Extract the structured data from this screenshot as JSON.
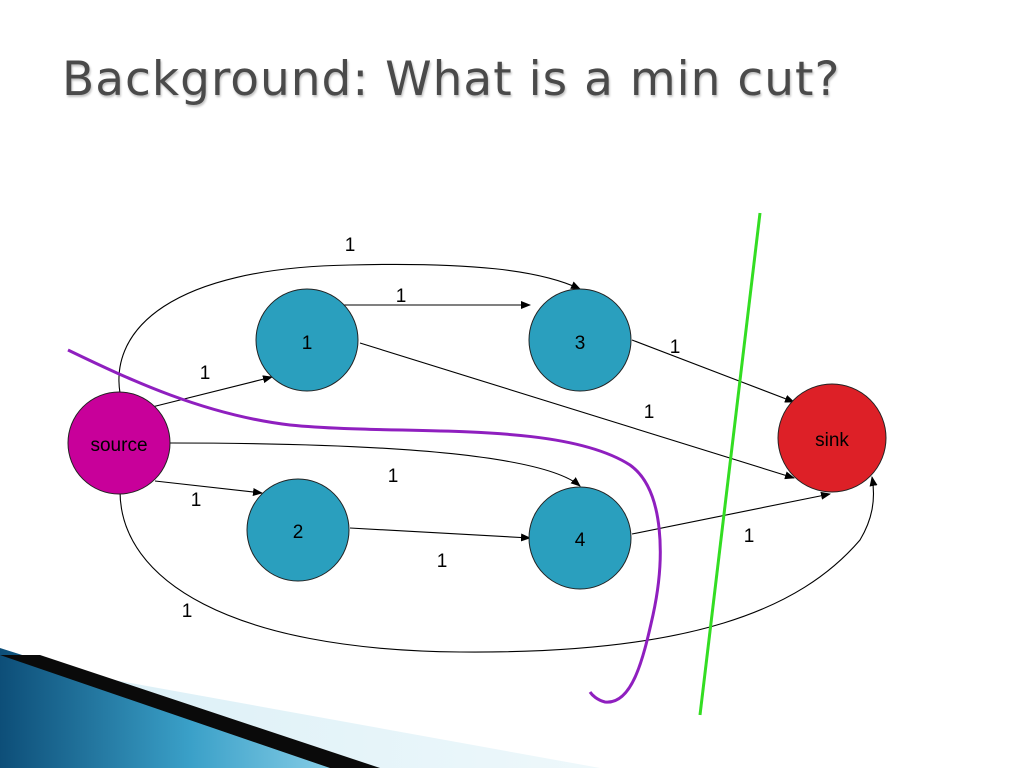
{
  "title": "Background: What is a min cut?",
  "colors": {
    "source": "#c8009a",
    "sink": "#dd2027",
    "node": "#2a9fbe",
    "cut_purple": "#8f1fbf",
    "cut_green": "#33dd22",
    "banner_dark": "#0d4e78",
    "banner_light": "#64c8e4"
  },
  "nodes": {
    "source": "source",
    "sink": "sink",
    "n1": "1",
    "n2": "2",
    "n3": "3",
    "n4": "4"
  },
  "edges": [
    {
      "from": "source",
      "to": "1",
      "capacity": "1"
    },
    {
      "from": "source",
      "to": "2",
      "capacity": "1"
    },
    {
      "from": "source",
      "to": "3",
      "capacity": "1"
    },
    {
      "from": "source",
      "to": "4",
      "capacity": "1"
    },
    {
      "from": "source",
      "to": "sink",
      "capacity": "1"
    },
    {
      "from": "1",
      "to": "3",
      "capacity": "1"
    },
    {
      "from": "1",
      "to": "sink",
      "capacity": "1"
    },
    {
      "from": "2",
      "to": "4",
      "capacity": "1"
    },
    {
      "from": "3",
      "to": "sink",
      "capacity": "1"
    },
    {
      "from": "4",
      "to": "sink",
      "capacity": "1"
    }
  ]
}
